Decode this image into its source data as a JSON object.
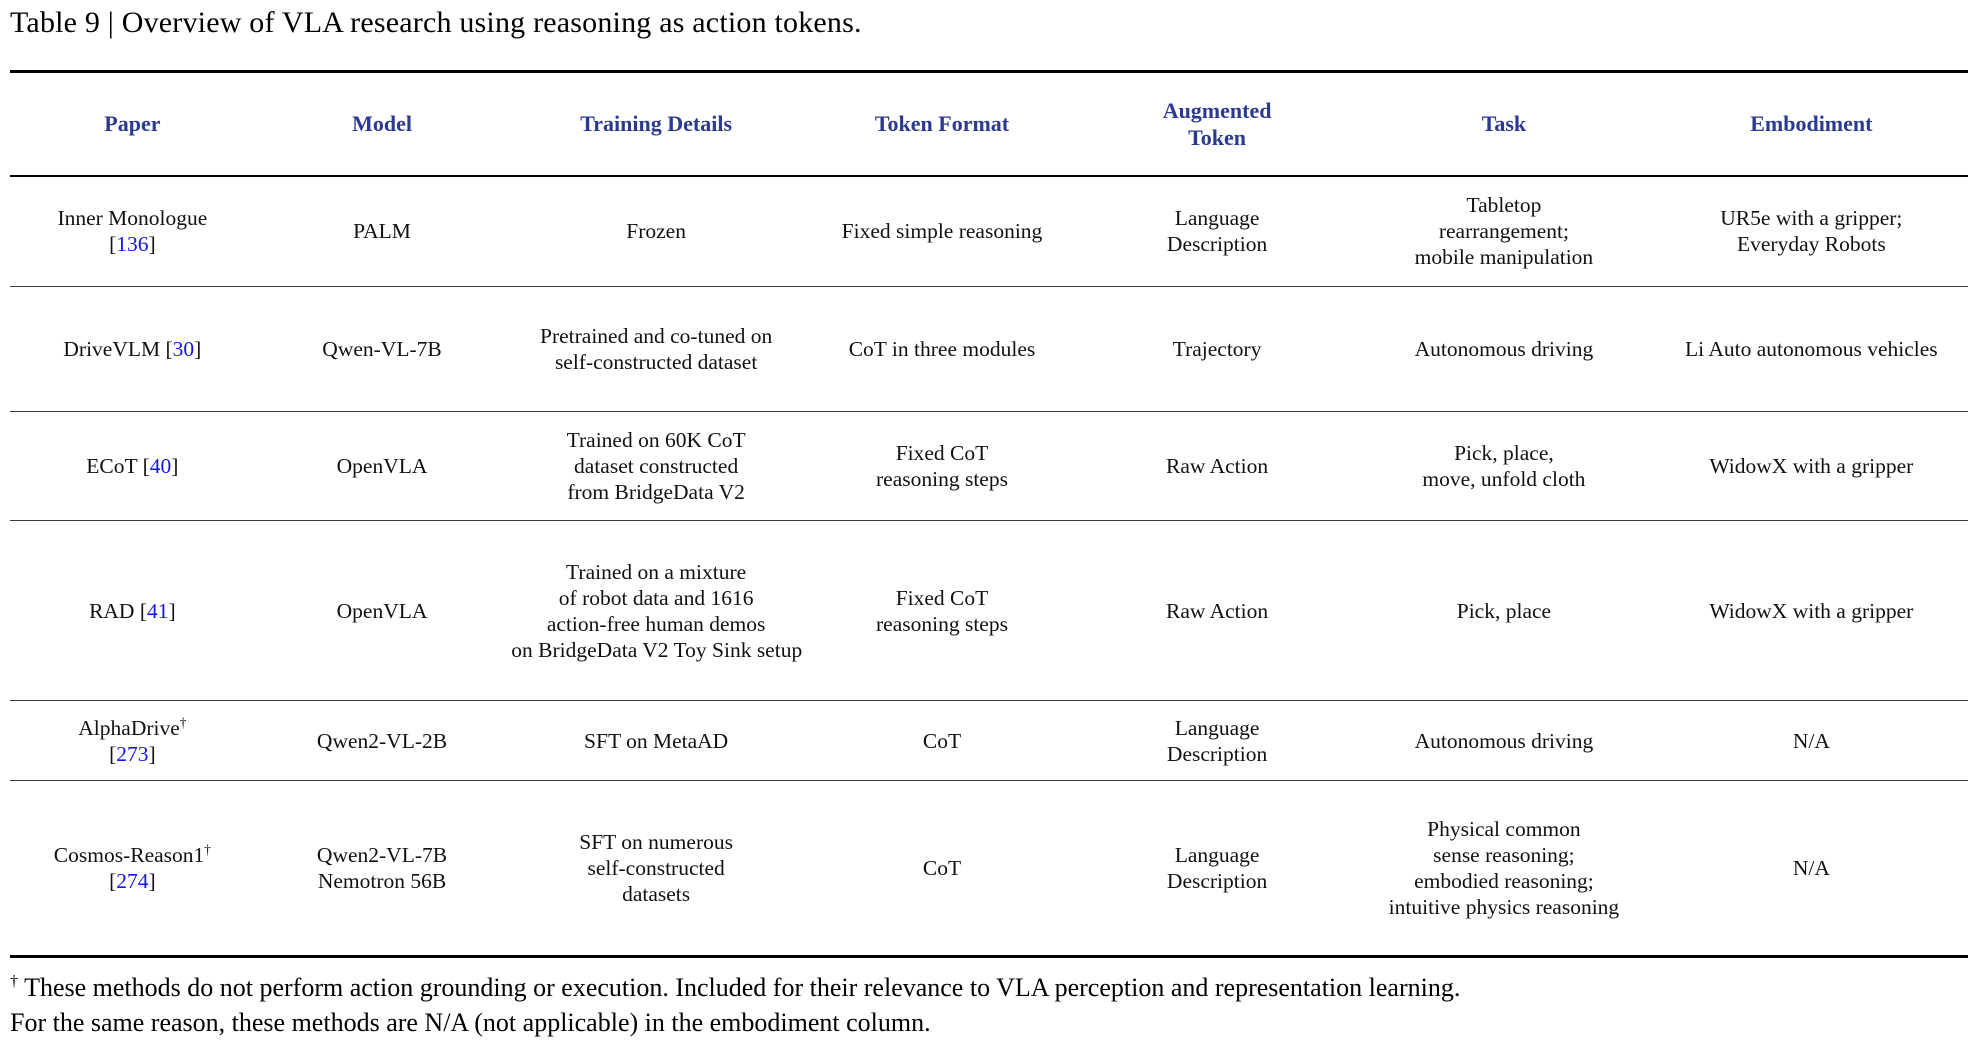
{
  "title": "Table 9 | Overview of VLA research using reasoning as action tokens.",
  "colors": {
    "header_text": "#2b3a8f",
    "citation_link": "#1414ee",
    "body_text": "#111111",
    "rule": "#000000"
  },
  "table": {
    "headers": [
      {
        "key": "paper",
        "label": "Paper"
      },
      {
        "key": "model",
        "label": "Model"
      },
      {
        "key": "training-details",
        "label": "Training Details"
      },
      {
        "key": "token-format",
        "label": "Token Format"
      },
      {
        "key": "augmented-token",
        "label": "Augmented\nToken"
      },
      {
        "key": "task",
        "label": "Task"
      },
      {
        "key": "embodiment",
        "label": "Embodiment"
      }
    ],
    "rows": [
      {
        "paper": {
          "name": "Inner Monologue",
          "dagger": false,
          "citation": "136",
          "citation_on_new_line": true
        },
        "model": "PALM",
        "training_details": "Frozen",
        "token_format": "Fixed simple reasoning",
        "augmented_token": "Language\nDescription",
        "task": "Tabletop\nrearrangement;\nmobile manipulation",
        "embodiment": "UR5e with a gripper;\nEveryday Robots"
      },
      {
        "paper": {
          "name": "DriveVLM",
          "dagger": false,
          "citation": "30",
          "citation_on_new_line": false
        },
        "model": "Qwen-VL-7B",
        "training_details": "Pretrained and co-tuned on\nself-constructed dataset",
        "token_format": "CoT in three modules",
        "augmented_token": "Trajectory",
        "task": "Autonomous driving",
        "embodiment": "Li Auto autonomous vehicles"
      },
      {
        "paper": {
          "name": "ECoT",
          "dagger": false,
          "citation": "40",
          "citation_on_new_line": false
        },
        "model": "OpenVLA",
        "training_details": "Trained on 60K CoT\ndataset constructed\nfrom BridgeData V2",
        "token_format": "Fixed CoT\nreasoning steps",
        "augmented_token": "Raw Action",
        "task": "Pick, place,\nmove, unfold cloth",
        "embodiment": "WidowX with a gripper"
      },
      {
        "paper": {
          "name": "RAD",
          "dagger": false,
          "citation": "41",
          "citation_on_new_line": false
        },
        "model": "OpenVLA",
        "training_details": "Trained on a mixture\nof robot data and 1616\naction-free human demos\non BridgeData V2 Toy Sink setup",
        "token_format": "Fixed CoT\nreasoning steps",
        "augmented_token": "Raw Action",
        "task": "Pick, place",
        "embodiment": "WidowX with a gripper"
      },
      {
        "paper": {
          "name": "AlphaDrive",
          "dagger": true,
          "citation": "273",
          "citation_on_new_line": true
        },
        "model": "Qwen2-VL-2B",
        "training_details": "SFT on MetaAD",
        "token_format": "CoT",
        "augmented_token": "Language\nDescription",
        "task": "Autonomous driving",
        "embodiment": "N/A"
      },
      {
        "paper": {
          "name": "Cosmos-Reason1",
          "dagger": true,
          "citation": "274",
          "citation_on_new_line": true
        },
        "model": "Qwen2-VL-7B\nNemotron 56B",
        "training_details": "SFT on numerous\nself-constructed\ndatasets",
        "token_format": "CoT",
        "augmented_token": "Language\nDescription",
        "task": "Physical common\nsense reasoning;\nembodied reasoning;\nintuitive physics reasoning",
        "embodiment": "N/A"
      }
    ]
  },
  "footnote": {
    "dagger": "†",
    "line1": "These methods do not perform action grounding or execution. Included for their relevance to VLA perception and representation learning.",
    "line2": "For the same reason, these methods are N/A (not applicable) in the embodiment column."
  }
}
